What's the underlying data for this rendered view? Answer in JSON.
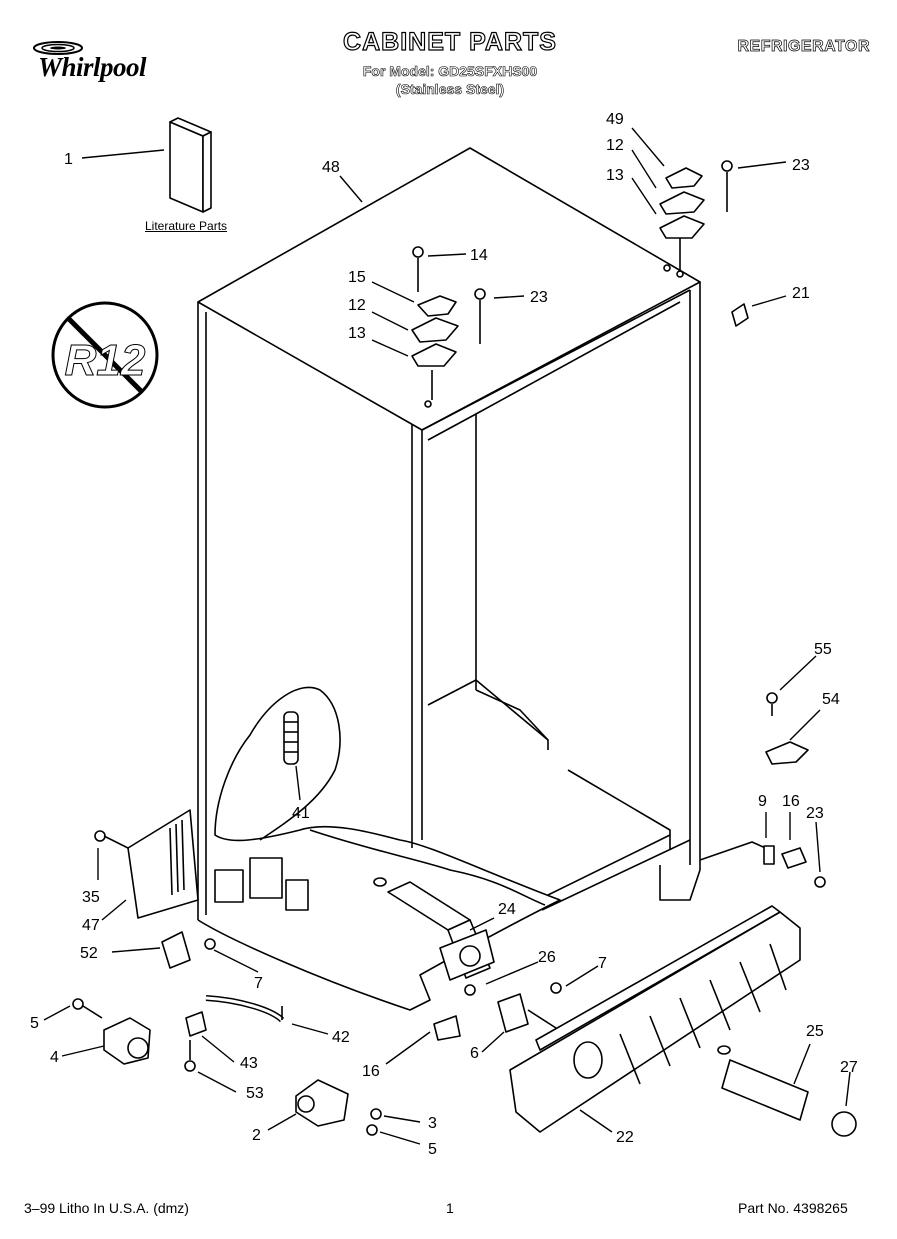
{
  "header": {
    "brand": "Whirlpool",
    "title": "CABINET PARTS",
    "model_line": "For Model: GD25SFXHS00",
    "finish_line": "(Stainless Steel)",
    "category": "REFRIGERATOR"
  },
  "labels": {
    "literature_parts": "Literature Parts",
    "no_r12_badge": "R12"
  },
  "callouts": [
    {
      "id": "1"
    },
    {
      "id": "48"
    },
    {
      "id": "49"
    },
    {
      "id": "12"
    },
    {
      "id": "13"
    },
    {
      "id": "23"
    },
    {
      "id": "14"
    },
    {
      "id": "15"
    },
    {
      "id": "21"
    },
    {
      "id": "55"
    },
    {
      "id": "54"
    },
    {
      "id": "9"
    },
    {
      "id": "16"
    },
    {
      "id": "41"
    },
    {
      "id": "35"
    },
    {
      "id": "47"
    },
    {
      "id": "24"
    },
    {
      "id": "52"
    },
    {
      "id": "26"
    },
    {
      "id": "7"
    },
    {
      "id": "5"
    },
    {
      "id": "42"
    },
    {
      "id": "4"
    },
    {
      "id": "43"
    },
    {
      "id": "6"
    },
    {
      "id": "25"
    },
    {
      "id": "27"
    },
    {
      "id": "53"
    },
    {
      "id": "2"
    },
    {
      "id": "3"
    },
    {
      "id": "22"
    }
  ],
  "footer": {
    "litho": "3–99 Litho In U.S.A. (dmz)",
    "page_number": "1",
    "part_number": "Part No. 4398265"
  }
}
